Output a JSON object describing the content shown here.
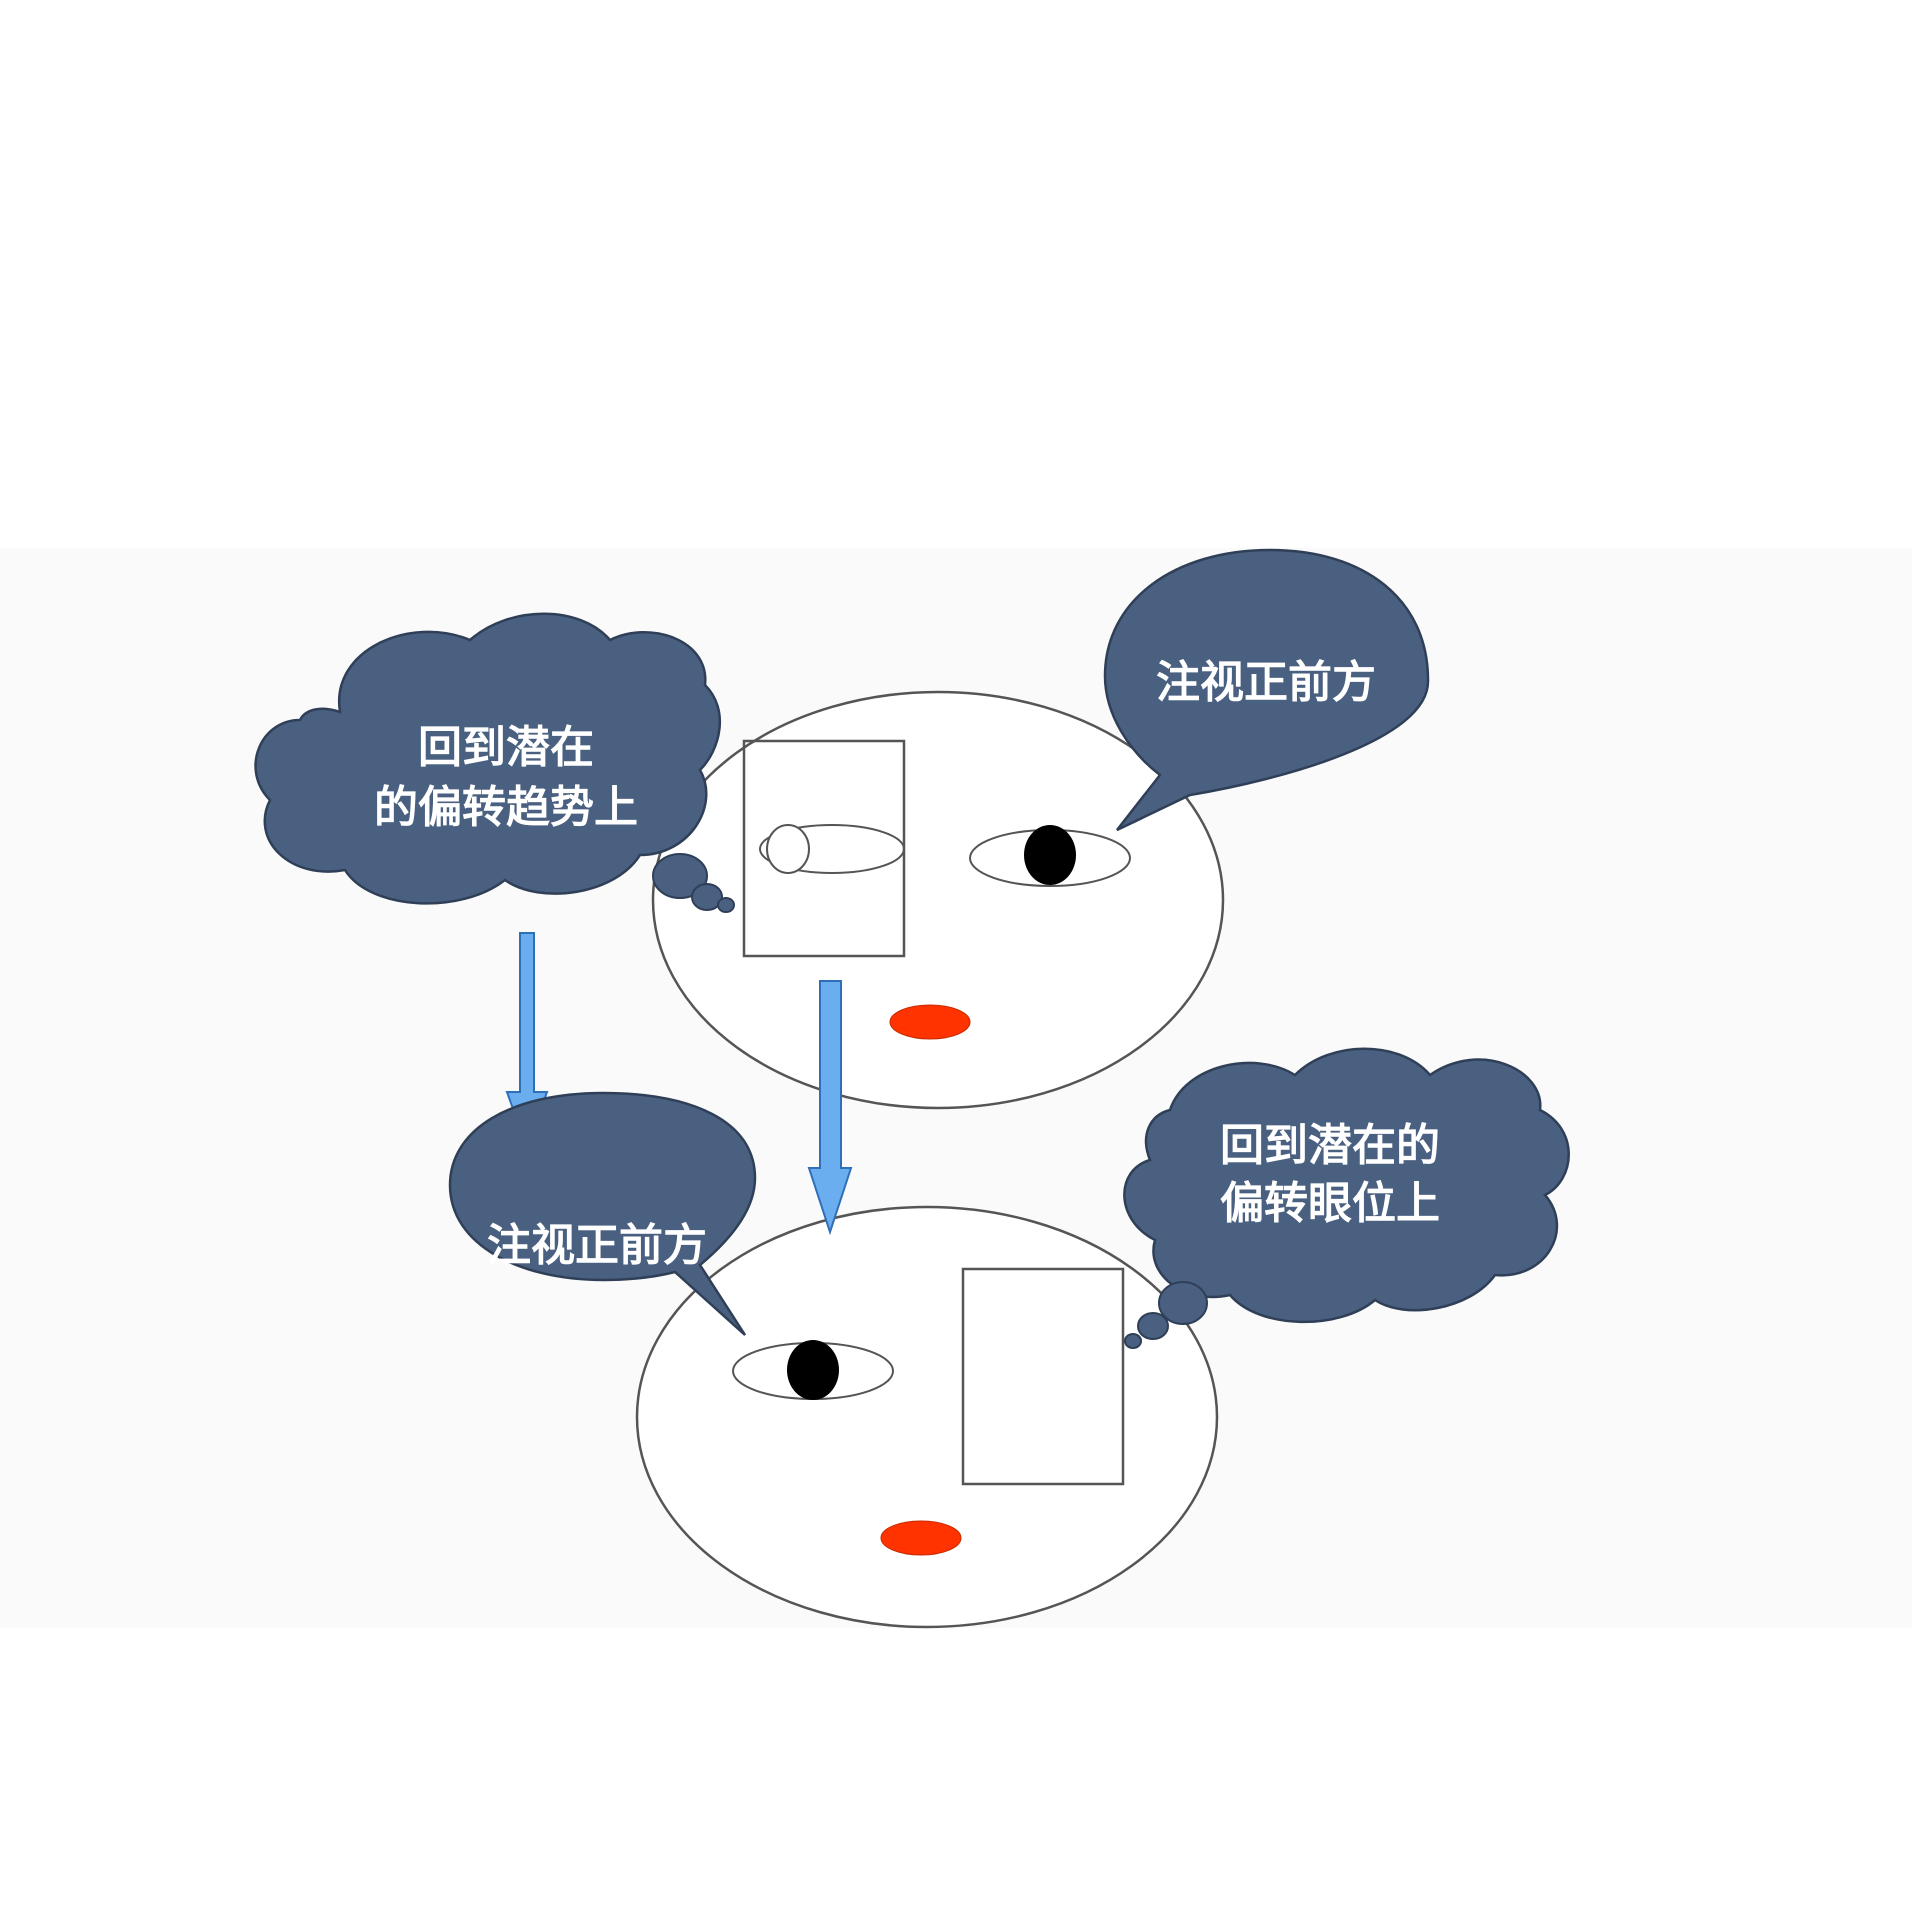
{
  "colors": {
    "background": "#ffffff",
    "panel": "#fafafa",
    "bubble_fill": "#4a6080",
    "bubble_stroke": "#2f3f57",
    "face_stroke": "#555555",
    "pupil": "#000000",
    "mouth": "#ff3300",
    "arrow_fill": "#6aaef0",
    "arrow_stroke": "#2f6fb8",
    "text": "#ffffff"
  },
  "top_face": {
    "thought_bubble": {
      "shape": "cloud",
      "lines": [
        "回到潜在",
        "的偏转趋势上"
      ]
    },
    "speech_bubble": {
      "shape": "oval-callout",
      "text": "注视正前方"
    }
  },
  "bottom_face": {
    "speech_bubble": {
      "shape": "oval-callout",
      "text": "注视正前方"
    },
    "thought_bubble": {
      "shape": "cloud",
      "lines": [
        "回到潜在的",
        "偏转眼位上"
      ]
    }
  },
  "arrows": [
    {
      "direction": "down"
    },
    {
      "direction": "down"
    }
  ]
}
